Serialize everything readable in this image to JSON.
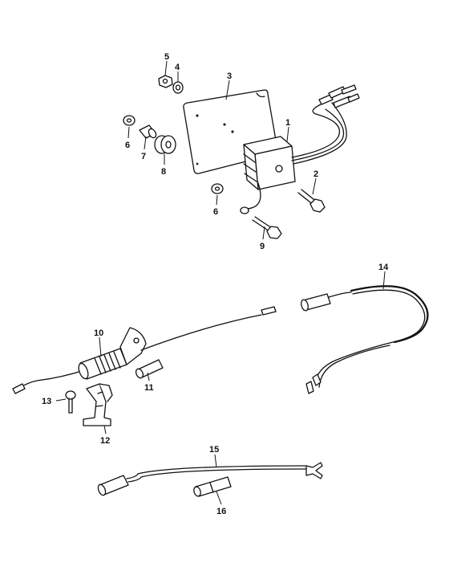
{
  "callouts": [
    {
      "id": "1",
      "text": "1"
    },
    {
      "id": "2",
      "text": "2"
    },
    {
      "id": "3",
      "text": "3"
    },
    {
      "id": "4",
      "text": "4"
    },
    {
      "id": "5",
      "text": "5"
    },
    {
      "id": "6a",
      "text": "6"
    },
    {
      "id": "6b",
      "text": "6"
    },
    {
      "id": "7",
      "text": "7"
    },
    {
      "id": "8",
      "text": "8"
    },
    {
      "id": "9",
      "text": "9"
    },
    {
      "id": "10",
      "text": "10"
    },
    {
      "id": "11",
      "text": "11"
    },
    {
      "id": "12",
      "text": "12"
    },
    {
      "id": "13",
      "text": "13"
    },
    {
      "id": "14",
      "text": "14"
    },
    {
      "id": "15",
      "text": "15"
    },
    {
      "id": "16",
      "text": "16"
    }
  ]
}
